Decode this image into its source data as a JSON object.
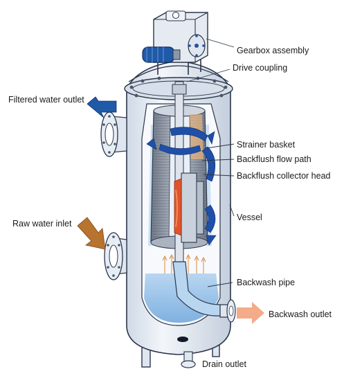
{
  "labels": {
    "gearbox_assembly": "Gearbox assembly",
    "drive_coupling": "Drive coupling",
    "filtered_water_outlet": "Filtered water outlet",
    "strainer_basket": "Strainer basket",
    "backflush_flow_path": "Backflush flow path",
    "backflush_collector_head": "Backflush collector head",
    "raw_water_inlet": "Raw water inlet",
    "vessel": "Vessel",
    "backwash_pipe": "Backwash pipe",
    "backwash_outlet": "Backwash outlet",
    "drain_outlet": "Drain outlet"
  },
  "colors": {
    "outline": "#2a3548",
    "vessel_fill": "#e8eef6",
    "water": "#9cc4ea",
    "water_deep": "#6fa6d8",
    "strainer": "#8d97a6",
    "flow_arrow": "#1f4fa8",
    "inlet_arrow": "#b8732f",
    "outlet_arrow": "#f0a07a",
    "collector_accent": "#e0542a"
  }
}
